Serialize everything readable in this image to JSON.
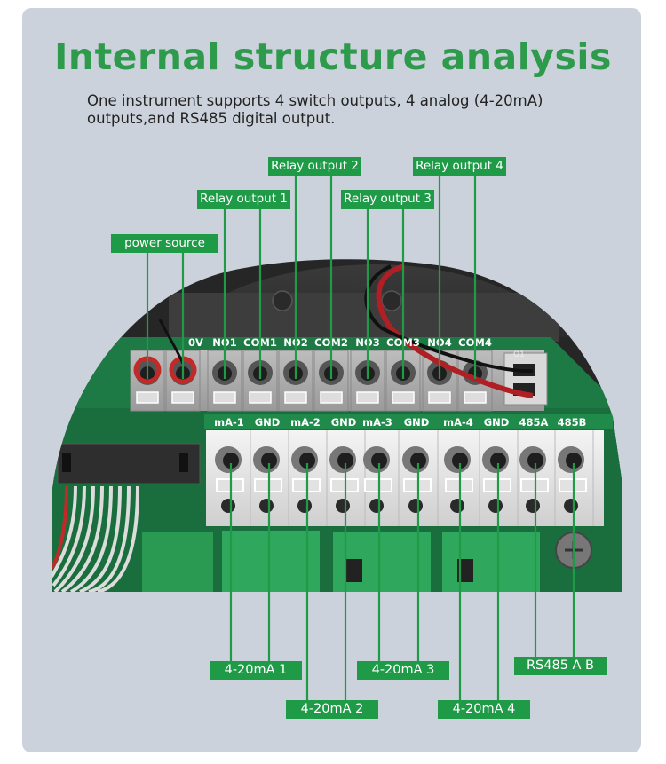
{
  "title": "Internal structure analysis",
  "subtitle": "One instrument supports 4 switch outputs, 4 analog (4-20mA) outputs,and RS485 digital output.",
  "top_labels": {
    "power": "power source",
    "relay1": "Relay output 1",
    "relay2": "Relay output 2",
    "relay3": "Relay output 3",
    "relay4": "Relay output 4"
  },
  "bottom_labels": {
    "ma1": "4-20mA 1",
    "ma2": "4-20mA 2",
    "ma3": "4-20mA 3",
    "ma4": "4-20mA 4",
    "rs485": "RS485 A B"
  },
  "top_terminals": [
    "NO1",
    "COM1",
    "NO2",
    "COM2",
    "NO3",
    "COM3",
    "NO4",
    "COM4"
  ],
  "power_terminal_text": "0V",
  "bottom_terminals": [
    "mA-1",
    "GND",
    "mA-2",
    "GND",
    "mA-3",
    "GND",
    "mA-4",
    "GND",
    "485A",
    "485B"
  ],
  "connector_mark": "O1",
  "colors": {
    "accent": "#1f9a47",
    "title": "#2e9a4c",
    "panel": "#ccd2db",
    "pcb": "#1d7a44"
  }
}
